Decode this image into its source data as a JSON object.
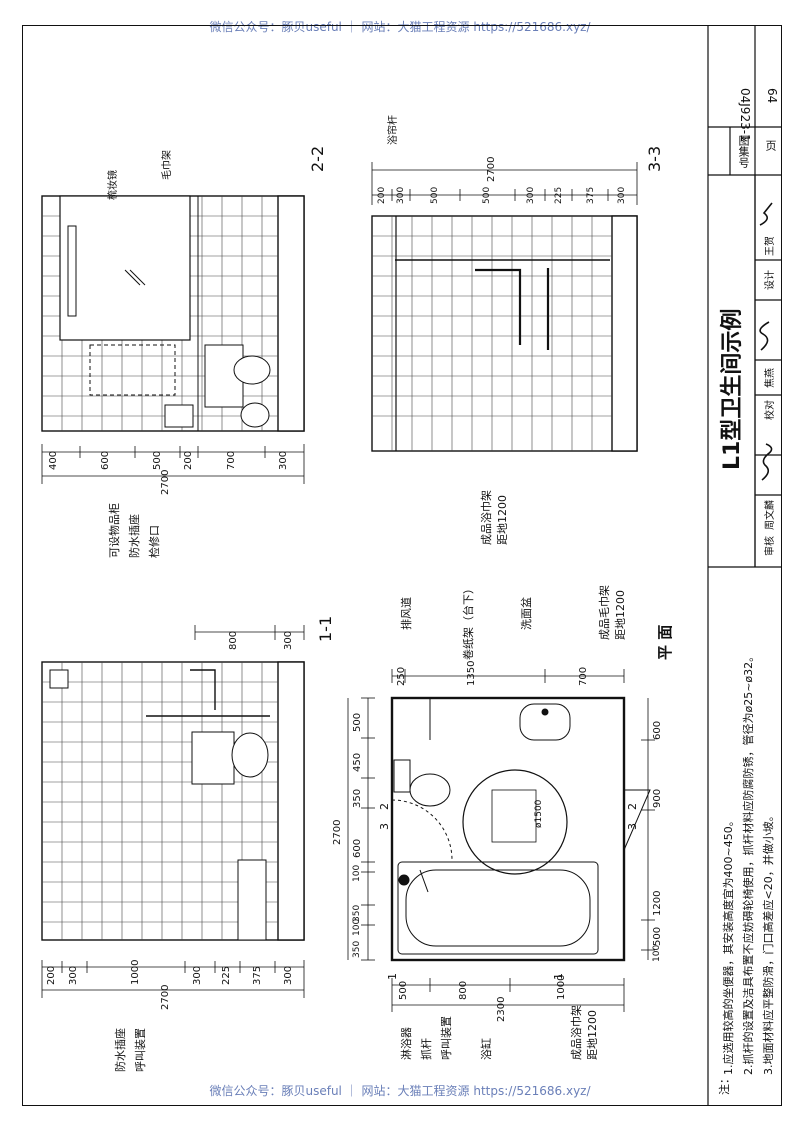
{
  "watermark": {
    "top": "微信公众号：豚贝useful ｜ 网站：大猫工程资源 https://521686.xyz/",
    "bottom": "微信公众号：豚贝useful ｜ 网站：大猫工程资源 https://521686.xyz/"
  },
  "title_block": {
    "atlas_label": "图集号",
    "atlas_no": "04J923-1",
    "page_label": "页",
    "page_no": "64",
    "sheet_title": "L1型卫生间示例",
    "review_label": "审核",
    "review_name": "周文麟",
    "check_label": "校对",
    "check_name": "焦燕",
    "design_label": "设计",
    "design_name": "王贺"
  },
  "notes": {
    "lead": "注：",
    "items": [
      "1.应选用较高的坐便器，其安装高度宜为400~450。",
      "2.抓杆的设置及洁具布置不应妨碍轮椅使用，抓杆材料应防腐防锈，管径为ø25~ø32。",
      "3.地面材料应平整防滑，门口高差应<20，并做小坡。"
    ]
  },
  "section_2_2": {
    "title": "2-2",
    "labels": {
      "mirror": "梳妆镜",
      "towel_rack": "毛巾架",
      "cabinet": "可设物品柜",
      "socket": "防水插座",
      "access": "检修口"
    },
    "dims": [
      "400",
      "600",
      "500",
      "200",
      "700",
      "300"
    ],
    "total": "2700"
  },
  "section_3_3": {
    "title": "3-3",
    "labels": {
      "curtain_rod": "浴帘杆",
      "bath_towel": "成品浴巾架",
      "bath_towel_h": "距地1200"
    },
    "dims": [
      "200",
      "300",
      "500",
      "500",
      "300",
      "225",
      "375",
      "300"
    ],
    "total": "2700"
  },
  "section_1_1": {
    "title": "1-1",
    "labels": {
      "socket": "防水插座",
      "call": "呼叫装置"
    },
    "dims": [
      "200",
      "300",
      "1000",
      "300",
      "225",
      "375",
      "300"
    ],
    "top_dims": [
      "800",
      "300"
    ],
    "total": "2700"
  },
  "plan": {
    "title": "平 面",
    "labels": {
      "exhaust": "排风道",
      "paper_holder": "卷纸架（台下）",
      "basin": "洗面盆",
      "towel_rack": "成品毛巾架",
      "towel_rack_h": "距地1200",
      "shower": "淋浴器",
      "grab_bar": "抓杆",
      "call": "呼叫装置",
      "bathtub": "浴缸",
      "bath_towel": "成品浴巾架",
      "bath_towel_h": "距地1200",
      "turn_circle": "ø1500"
    },
    "top_dims": [
      "250",
      "1350",
      "700"
    ],
    "left_dims": [
      "500",
      "450",
      "350",
      "600",
      "100",
      "350",
      "100",
      "350"
    ],
    "left_total": "2700",
    "right_dims": [
      "600",
      "900",
      "1200",
      "500",
      "100"
    ],
    "bottom_dims": [
      "500",
      "800",
      "1000"
    ],
    "bottom_total": "2300",
    "cut_marks": [
      "2",
      "2",
      "3",
      "3",
      "1",
      "1"
    ]
  }
}
